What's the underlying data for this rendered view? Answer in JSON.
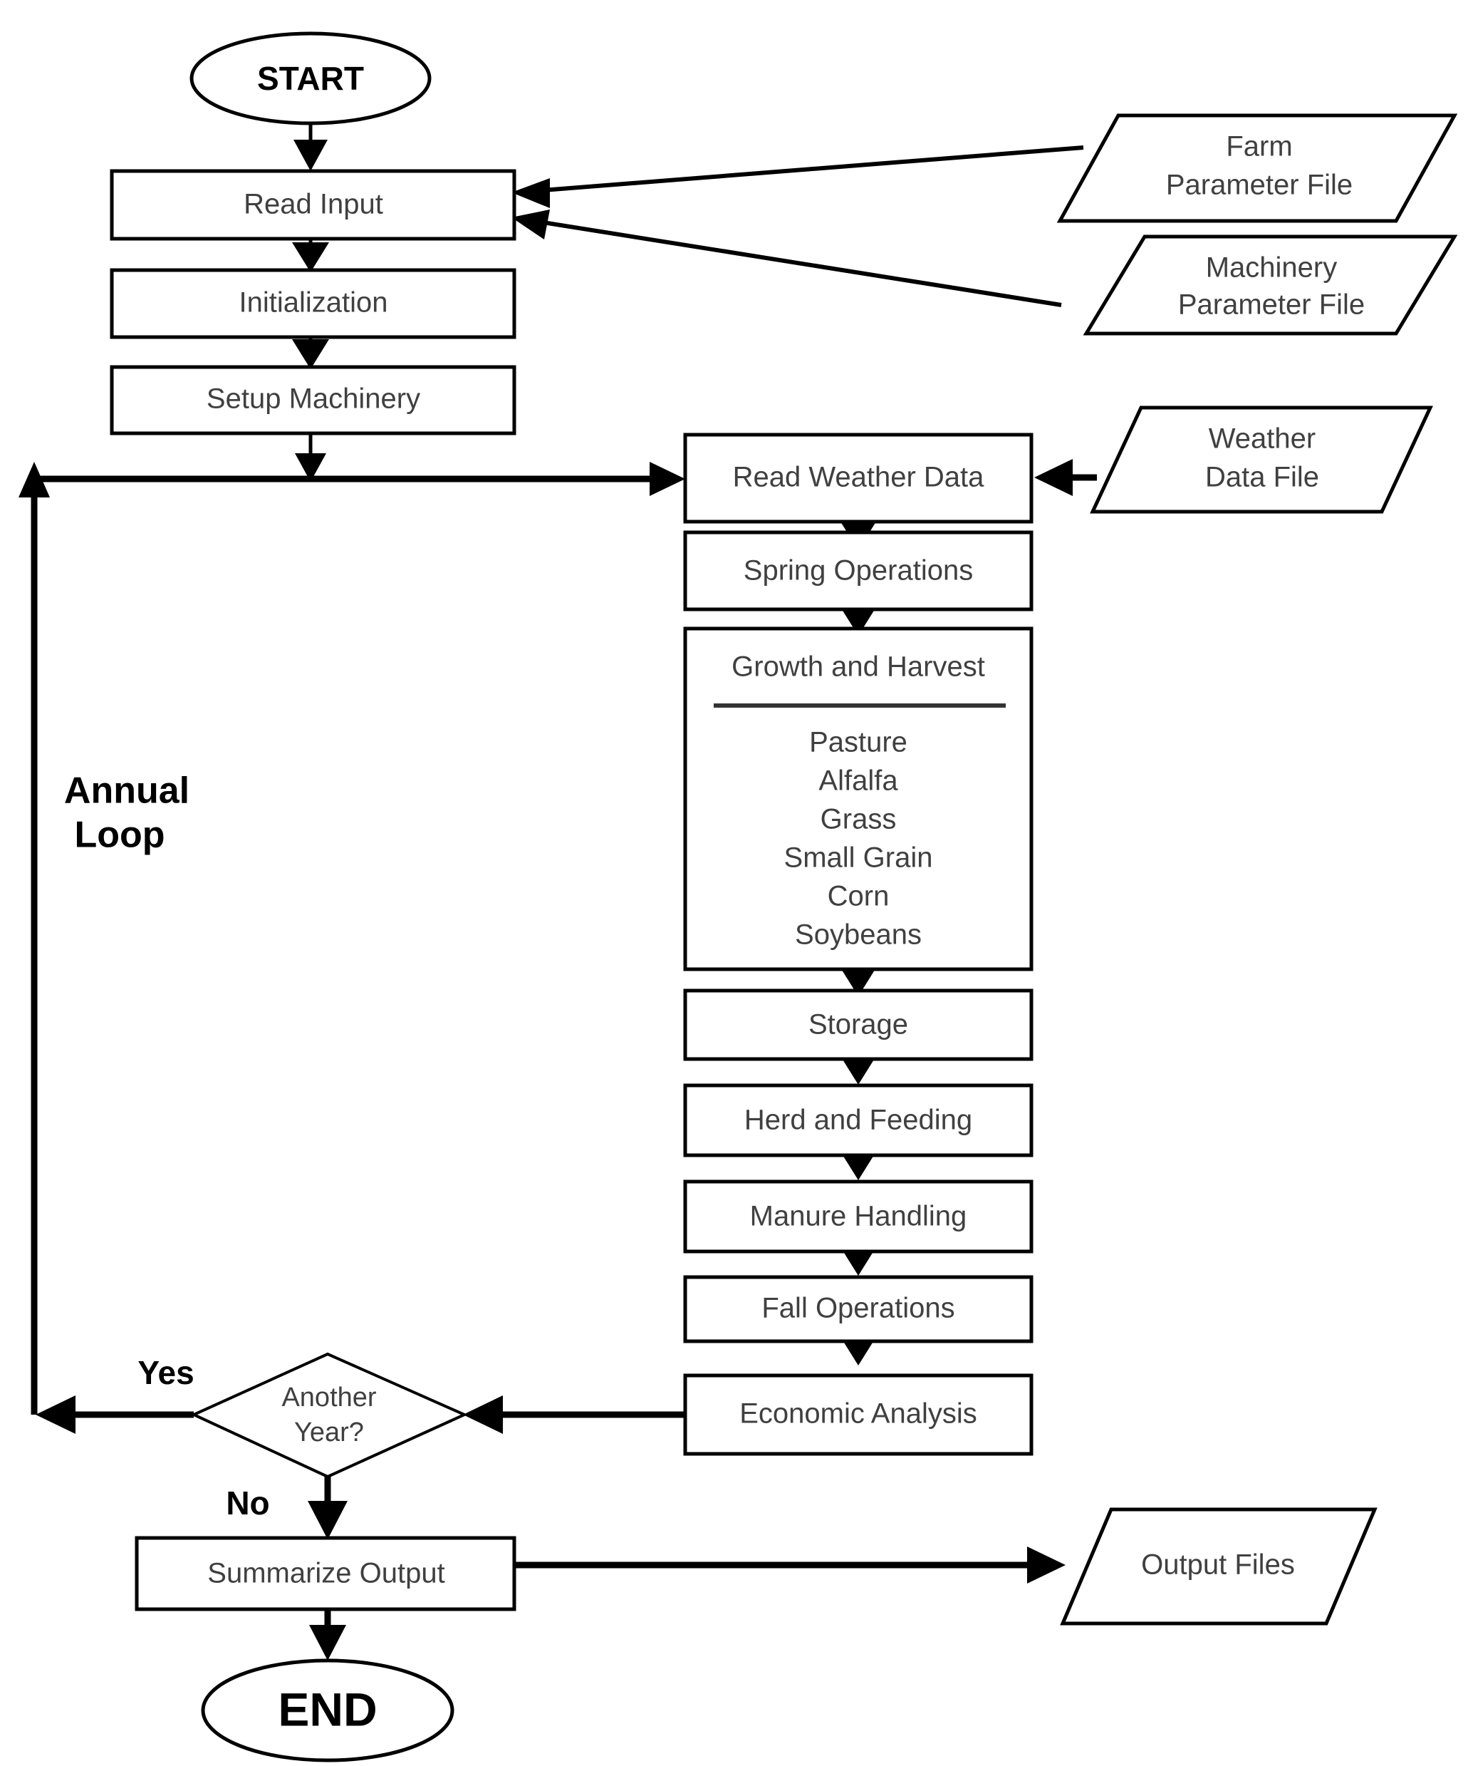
{
  "chart_data": {
    "type": "diagram",
    "title": "Farm simulation model program flowchart",
    "diagram_kind": "flowchart",
    "orientation": "top-to-bottom",
    "nodes": [
      {
        "id": "start",
        "shape": "terminator",
        "label": "START"
      },
      {
        "id": "read_input",
        "shape": "process",
        "label": "Read Input"
      },
      {
        "id": "init",
        "shape": "process",
        "label": "Initialization"
      },
      {
        "id": "setup",
        "shape": "process",
        "label": "Setup Machinery"
      },
      {
        "id": "farm_file",
        "shape": "data",
        "label": "Farm\nParameter File",
        "line1": "Farm",
        "line2": "Parameter File"
      },
      {
        "id": "mach_file",
        "shape": "data",
        "label": "Machinery\nParameter File",
        "line1": "Machinery",
        "line2": "Parameter File"
      },
      {
        "id": "read_weather",
        "shape": "process",
        "label": "Read Weather Data"
      },
      {
        "id": "weather_file",
        "shape": "data",
        "label": "Weather\nData File",
        "line1": "Weather",
        "line2": "Data File"
      },
      {
        "id": "spring",
        "shape": "process",
        "label": "Spring Operations"
      },
      {
        "id": "growth",
        "shape": "process-list",
        "label": "Growth and Harvest"
      },
      {
        "id": "storage",
        "shape": "process",
        "label": "Storage"
      },
      {
        "id": "herd",
        "shape": "process",
        "label": "Herd and Feeding"
      },
      {
        "id": "manure",
        "shape": "process",
        "label": "Manure Handling"
      },
      {
        "id": "fall",
        "shape": "process",
        "label": "Fall Operations"
      },
      {
        "id": "economic",
        "shape": "process",
        "label": "Economic Analysis"
      },
      {
        "id": "another_year",
        "shape": "decision",
        "label": "Another Year?",
        "line1": "Another",
        "line2": "Year?"
      },
      {
        "id": "summarize",
        "shape": "process",
        "label": "Summarize Output"
      },
      {
        "id": "output_files",
        "shape": "data",
        "label": "Output Files"
      },
      {
        "id": "end",
        "shape": "terminator",
        "label": "END"
      }
    ],
    "growth_items": [
      "Pasture",
      "Alfalfa",
      "Grass",
      "Small Grain",
      "Corn",
      "Soybeans"
    ],
    "edges": [
      {
        "from": "start",
        "to": "read_input",
        "label": ""
      },
      {
        "from": "read_input",
        "to": "init",
        "label": ""
      },
      {
        "from": "init",
        "to": "setup",
        "label": ""
      },
      {
        "from": "farm_file",
        "to": "read_input",
        "label": ""
      },
      {
        "from": "mach_file",
        "to": "read_input",
        "label": ""
      },
      {
        "from": "setup",
        "to": "read_weather",
        "label": ""
      },
      {
        "from": "weather_file",
        "to": "read_weather",
        "label": ""
      },
      {
        "from": "read_weather",
        "to": "spring",
        "label": ""
      },
      {
        "from": "spring",
        "to": "growth",
        "label": ""
      },
      {
        "from": "growth",
        "to": "storage",
        "label": ""
      },
      {
        "from": "storage",
        "to": "herd",
        "label": ""
      },
      {
        "from": "herd",
        "to": "manure",
        "label": ""
      },
      {
        "from": "manure",
        "to": "fall",
        "label": ""
      },
      {
        "from": "fall",
        "to": "economic",
        "label": ""
      },
      {
        "from": "economic",
        "to": "another_year",
        "label": ""
      },
      {
        "from": "another_year",
        "to": "read_weather",
        "label": "Yes"
      },
      {
        "from": "another_year",
        "to": "summarize",
        "label": "No"
      },
      {
        "from": "summarize",
        "to": "output_files",
        "label": ""
      },
      {
        "from": "summarize",
        "to": "end",
        "label": ""
      }
    ],
    "annotations": [
      {
        "id": "annual_loop",
        "text": "Annual Loop",
        "line1": "Annual",
        "line2": "Loop"
      },
      {
        "id": "yes_label",
        "text": "Yes"
      },
      {
        "id": "no_label",
        "text": "No"
      }
    ],
    "colors": {
      "background": "#ffffff",
      "stroke": "#000000",
      "text": "#404040",
      "bold_text": "#000000"
    }
  },
  "nodes": {
    "start": {
      "label": "START"
    },
    "read_input": {
      "label": "Read Input"
    },
    "init": {
      "label": "Initialization"
    },
    "setup": {
      "label": "Setup Machinery"
    },
    "farm_file": {
      "line1": "Farm",
      "line2": "Parameter File"
    },
    "mach_file": {
      "line1": "Machinery",
      "line2": "Parameter File"
    },
    "read_weather": {
      "label": "Read Weather Data"
    },
    "weather_file": {
      "line1": "Weather",
      "line2": "Data File"
    },
    "spring": {
      "label": "Spring Operations"
    },
    "growth": {
      "label": "Growth and Harvest"
    },
    "storage": {
      "label": "Storage"
    },
    "herd": {
      "label": "Herd and Feeding"
    },
    "manure": {
      "label": "Manure Handling"
    },
    "fall": {
      "label": "Fall Operations"
    },
    "economic": {
      "label": "Economic Analysis"
    },
    "another_year": {
      "line1": "Another",
      "line2": "Year?"
    },
    "summarize": {
      "label": "Summarize Output"
    },
    "output_files": {
      "label": "Output Files"
    },
    "end": {
      "label": "END"
    }
  },
  "growth_items": [
    {
      "label": "Pasture"
    },
    {
      "label": "Alfalfa"
    },
    {
      "label": "Grass"
    },
    {
      "label": "Small Grain"
    },
    {
      "label": "Corn"
    },
    {
      "label": "Soybeans"
    }
  ],
  "annotations": {
    "annual_loop_line1": "Annual",
    "annual_loop_line2": "Loop",
    "yes": "Yes",
    "no": "No"
  }
}
